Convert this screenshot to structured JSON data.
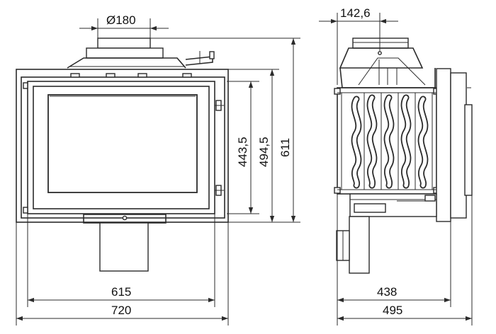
{
  "dimensions": {
    "flue_diameter": "Ø180",
    "flue_offset": "142,6",
    "door_opening_height": "443,5",
    "frame_height": "494,5",
    "total_height": "611",
    "front_inner_width": "615",
    "front_total_width": "720",
    "side_inner_depth": "438",
    "side_total_depth": "495"
  }
}
